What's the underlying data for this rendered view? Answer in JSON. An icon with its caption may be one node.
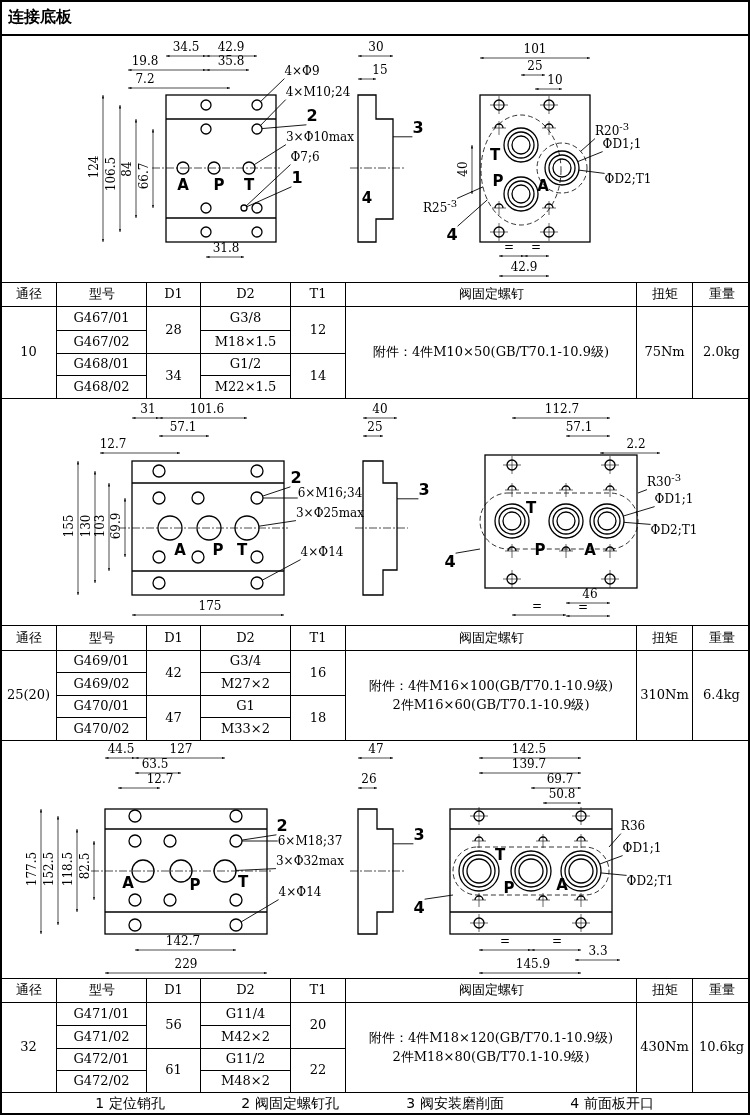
{
  "diagram": {
    "title": "连接底板",
    "nodes": [
      {
        "text": [
          "4×Φ9"
        ]
      },
      {
        "text": [
          "4×M10;24"
        ]
      },
      {
        "text": [
          "2"
        ]
      },
      {
        "text": [
          "3×Φ10max"
        ]
      },
      {
        "text": [
          "Φ7;6"
        ]
      },
      {
        "text": [
          "1"
        ]
      },
      {
        "text": [
          "3"
        ]
      },
      {
        "text": [
          "R20$^{-3}$"
        ]
      },
      {
        "text": [
          "ΦD1;1"
        ]
      },
      {
        "text": [
          "ΦD2;T1"
        ]
      },
      {
        "text": [
          "R25$^{-3}$"
        ]
      },
      {
        "text": [
          "4"
        ]
      },
      {
        "text": [
          "2"
        ]
      },
      {
        "text": [
          "6×M16;34"
        ]
      },
      {
        "text": [
          "3×Φ25max"
        ]
      },
      {
        "text": [
          "4×Φ14"
        ]
      },
      {
        "text": [
          "3"
        ]
      },
      {
        "text": [
          "R30$^{-3}$"
        ]
      },
      {
        "text": [
          "ΦD1;1"
        ]
      },
      {
        "text": [
          "ΦD2;T1"
        ]
      },
      {
        "text": [
          "4"
        ]
      },
      {
        "text": [
          "2"
        ]
      },
      {
        "text": [
          "6×M18;37"
        ]
      },
      {
        "text": [
          "3×Φ32max"
        ]
      },
      {
        "text": [
          "4×Φ14"
        ]
      },
      {
        "text": [
          "3"
        ]
      },
      {
        "text": [
          "R36"
        ]
      },
      {
        "text": [
          "ΦD1;1"
        ]
      },
      {
        "text": [
          "ΦD2;T1"
        ]
      },
      {
        "text": [
          "4"
        ]
      },
      {
        "text": [],
        "shape": "circle"
      },
      {
        "text": [],
        "shape": "circle"
      },
      {
        "text": [],
        "shape": "circle"
      },
      {
        "text": [],
        "shape": "circle"
      },
      {
        "text": [],
        "shape": "box"
      },
      {
        "text": [],
        "shape": "circle"
      },
      {
        "text": [],
        "shape": "circle",
        "in": 35
      },
      {
        "text": [],
        "shape": "circle"
      },
      {
        "text": [],
        "shape": "circle"
      },
      {
        "text": [],
        "shape": "circle"
      },
      {
        "text": [],
        "shape": "circle"
      },
      {
        "text": [],
        "shape": "box"
      },
      {
        "text": [],
        "shape": "box"
      },
      {
        "text": [],
        "shape": "circle",
        "in": 42
      },
      {
        "text": [],
        "shape": "circle"
      },
      {
        "text": [],
        "shape": "circle"
      },
      {
        "text": [],
        "shape": "circle"
      },
      {
        "text": [],
        "shape": "box"
      },
      {
        "text": [],
        "shape": "box"
      },
      {
        "text": [],
        "shape": "circle",
        "in": 48
      }
    ],
    "edges": [
      {
        "from": 0,
        "to": 30,
        "arrow": "none"
      },
      {
        "from": 1,
        "to": 31,
        "arrow": "none"
      },
      {
        "from": 2,
        "to": 31,
        "arrow": "none"
      },
      {
        "from": 3,
        "to": 32,
        "arrow": "none"
      },
      {
        "from": 4,
        "to": 33,
        "arrow": "none"
      },
      {
        "from": 5,
        "to": 33,
        "arrow": "none"
      },
      {
        "from": 6,
        "to": 34,
        "arrow": "none"
      },
      {
        "from": 7,
        "to": 35,
        "arrow": "none"
      },
      {
        "from": 8,
        "to": 36,
        "arrow": "none"
      },
      {
        "from": 9,
        "to": 36,
        "arrow": "none"
      },
      {
        "from": 10,
        "to": 37,
        "arrow": "none"
      },
      {
        "from": 11,
        "to": 37,
        "arrow": "none"
      },
      {
        "from": 12,
        "to": 38,
        "arrow": "none"
      },
      {
        "from": 13,
        "to": 38,
        "arrow": "none"
      },
      {
        "from": 14,
        "to": 39,
        "arrow": "none"
      },
      {
        "from": 15,
        "to": 40,
        "arrow": "none"
      },
      {
        "from": 16,
        "to": 41,
        "arrow": "none"
      },
      {
        "from": 17,
        "to": 42,
        "arrow": "none"
      },
      {
        "from": 18,
        "to": 43,
        "arrow": "none"
      },
      {
        "from": 19,
        "to": 43,
        "arrow": "none"
      },
      {
        "from": 20,
        "to": 42,
        "arrow": "none"
      },
      {
        "from": 21,
        "to": 44,
        "arrow": "none"
      },
      {
        "from": 22,
        "to": 44,
        "arrow": "none"
      },
      {
        "from": 23,
        "to": 45,
        "arrow": "none"
      },
      {
        "from": 24,
        "to": 46,
        "arrow": "none"
      },
      {
        "from": 25,
        "to": 47,
        "arrow": "none"
      },
      {
        "from": 26,
        "to": 48,
        "arrow": "none"
      },
      {
        "from": 27,
        "to": 49,
        "arrow": "none"
      },
      {
        "from": 28,
        "to": 49,
        "arrow": "none"
      },
      {
        "from": 29,
        "to": 48,
        "arrow": "none"
      }
    ],
    "labels": [
      "34.5",
      "42.9",
      "30",
      "101",
      "19.8",
      "35.8",
      "15",
      "25",
      "7.2",
      "10",
      "124",
      "106.5",
      "84",
      "66.7",
      "40",
      "T",
      "A",
      "P",
      "T",
      "P",
      "A",
      "4",
      "=",
      "=",
      "31.8",
      "42.9",
      "通径",
      "型号",
      "D1",
      "D2",
      "T1",
      "阀固定螺钉",
      "扭矩",
      "重量",
      "10",
      "G467/01",
      "28",
      "G3/8",
      "12",
      "附件：4件M10×50(GB/T70.1-10.9级)",
      "75Nm",
      "2.0kg",
      "G467/02",
      "M18×1.5",
      "G468/01",
      "34",
      "G1/2",
      "14",
      "G468/02",
      "M22×1.5",
      "31",
      "101.6",
      "40",
      "112.7",
      "57.1",
      "25",
      "57.1",
      "12.7",
      "2.2",
      "155",
      "130",
      "103",
      "69.9",
      "T",
      "A",
      "P",
      "T",
      "P",
      "A",
      "46",
      "175",
      "=",
      "=",
      "通径",
      "型号",
      "D1",
      "D2",
      "T1",
      "阀固定螺钉",
      "扭矩",
      "重量",
      "25(20)",
      "G469/01",
      "42",
      "G3/4",
      "16",
      "附件：4件M16×100(GB/T70.1-10.9级) 2件M16×60(GB/T70.1-10.9级)",
      "310Nm",
      "6.4kg",
      "G469/02",
      "M27×2",
      "G470/01",
      "47",
      "G1",
      "18",
      "G470/02",
      "M33×2",
      "44.5",
      "127",
      "47",
      "142.5",
      "63.5",
      "139.7",
      "12.7",
      "26",
      "69.7",
      "50.8",
      "177.5",
      "152.5",
      "118.5",
      "82.5",
      "T",
      "A",
      "P",
      "T",
      "P",
      "A",
      "142.7",
      "=",
      "=",
      "3.3",
      "229",
      "145.9",
      "通径",
      "型号",
      "D1",
      "D2",
      "T1",
      "阀固定螺钉",
      "扭矩",
      "重量",
      "32",
      "G471/01",
      "56",
      "G11/4",
      "20",
      "附件：4件M18×120(GB/T70.1-10.9级) 2件M18×80(GB/T70.1-10.9级)",
      "430Nm",
      "10.6kg",
      "G471/02",
      "M42×2",
      "G472/01",
      "61",
      "G11/2",
      "22",
      "G472/02",
      "M48×2",
      "1 定位销孔",
      "2 阀固定螺钉孔",
      "3 阀安装磨削面",
      "4 前面板开口"
    ]
  }
}
